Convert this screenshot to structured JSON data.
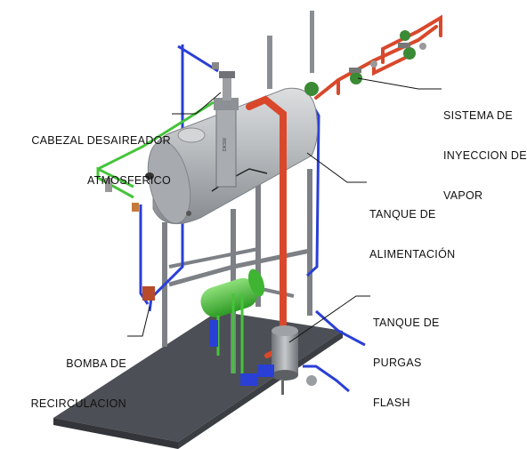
{
  "labels": {
    "cabezal": [
      "CABEZAL DESAIREADOR",
      "ATMOSFERICO"
    ],
    "sistema": [
      "SISTEMA DE",
      "INYECCION DE",
      "VAPOR"
    ],
    "tanque_alim": [
      "TANQUE DE",
      "ALIMENTACIÓN"
    ],
    "tanque_purgas": [
      "TANQUE DE",
      "PURGAS",
      "FLASH"
    ],
    "bomba": [
      "BOMBA DE",
      "RECIRCULACION"
    ]
  },
  "colors": {
    "tank": "#b9bcbf",
    "tank_dark": "#7f8488",
    "steam_pipe": "#d9482b",
    "green_pipe": "#44c43a",
    "blue_pipe": "#2a3fd6",
    "frame": "#7d8085",
    "base": "#4a4d52"
  }
}
